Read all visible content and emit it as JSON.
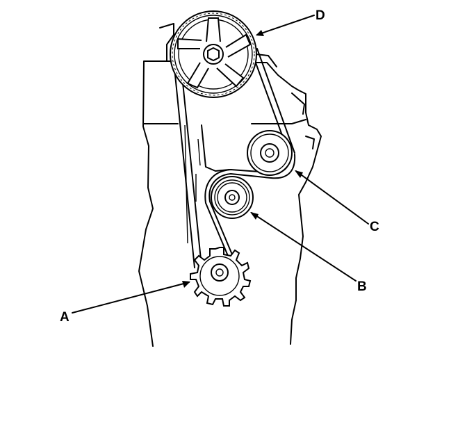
{
  "diagram": {
    "labels": {
      "a": "A",
      "b": "B",
      "c": "C",
      "d": "D"
    }
  }
}
